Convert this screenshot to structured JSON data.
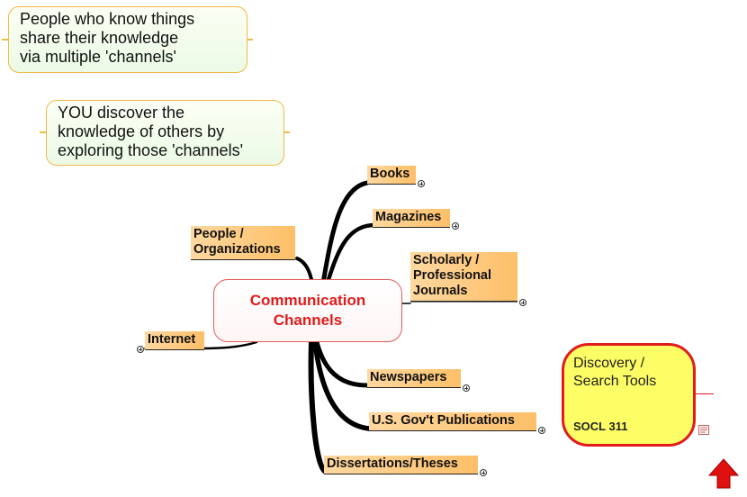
{
  "callouts": {
    "top": "People who know things\nshare their knowledge\nvia multiple 'channels'",
    "second": "YOU discover the\nknowledge of others by\nexploring those 'channels'"
  },
  "center": {
    "label": "Communication\nChannels"
  },
  "branches": {
    "books": "Books",
    "magazines": "Magazines",
    "scholarly": "Scholarly /\nProfessional\nJournals",
    "people": "People /\nOrganizations",
    "internet": "Internet",
    "newspapers": "Newspapers",
    "govpubs": "U.S. Gov't Publications",
    "dissertations": "Dissertations/Theses"
  },
  "discovery": {
    "title": "Discovery /\nSearch Tools",
    "course": "SOCL 311"
  },
  "icons": {
    "expand": "plus-circle-icon",
    "notes": "notes-icon",
    "up": "up-arrow-icon"
  },
  "colors": {
    "accent": "#e21b1b",
    "node_fill": "#fdbf68",
    "callout_border": "#f0b848",
    "discovery_fill": "#fdfd66"
  }
}
